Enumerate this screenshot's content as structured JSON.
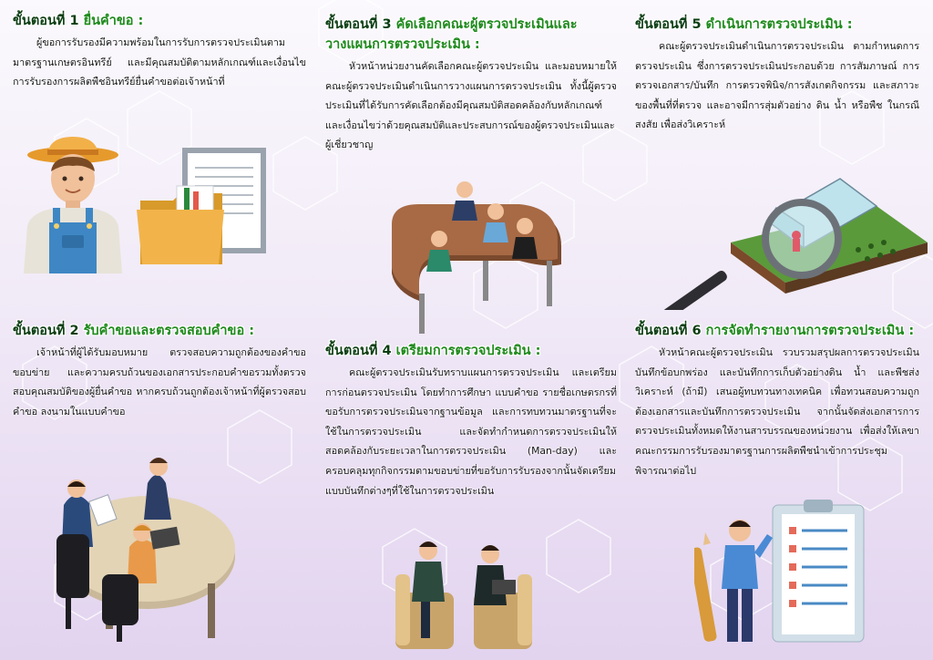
{
  "steps": [
    {
      "label": "ขั้นตอนที่ 1",
      "title": "ยื่นคำขอ :",
      "body": "ผู้ขอการรับรองมีความพร้อมในการรับการตรวจประเมินตามมาตรฐานเกษตรอินทรีย์ และมีคุณสมบัติตามหลักเกณฑ์และเงื่อนไขการรับรองการผลิตพืชอินทรีย์ยื่นคำขอต่อเจ้าหน้าที่"
    },
    {
      "label": "ขั้นตอนที่ 2",
      "title": "รับคำขอและตรวจสอบคำขอ :",
      "body": "เจ้าหน้าที่ผู้ได้รับมอบหมาย ตรวจสอบความถูกต้องของคำขอ ขอบข่าย และความครบถ้วนของเอกสารประกอบคำขอรวมทั้งตรวจสอบคุณสมบัติของผู้ยื่นคำขอ หากครบถ้วนถูกต้องเจ้าหน้าที่ผู้ตรวจสอบคำขอ ลงนามในแบบคำขอ"
    },
    {
      "label": "ขั้นตอนที่ 3",
      "title": "คัดเลือกคณะผู้ตรวจประเมินและวางแผนการตรวจประเมิน :",
      "body": "หัวหน้าหน่วยงานคัดเลือกคณะผู้ตรวจประเมิน และมอบหมายให้คณะผู้ตรวจประเมินดำเนินการวางแผนการตรวจประเมิน ทั้งนี้ผู้ตรวจประเมินที่ได้รับการคัดเลือกต้องมีคุณสมบัติสอดคล้องกับหลักเกณฑ์และเงื่อนไขว่าด้วยคุณสมบัติและประสบการณ์ของผู้ตรวจประเมินและผู้เชี่ยวชาญ"
    },
    {
      "label": "ขั้นตอนที่ 4",
      "title": "เตรียมการตรวจประเมิน :",
      "body": "คณะผู้ตรวจประเมินรับทราบแผนการตรวจประเมิน และเตรียมการก่อนตรวจประเมิน โดยทำการศึกษา แบบคำขอ รายชื่อเกษตรกรที่ขอรับการตรวจประเมินจากฐานข้อมูล และการทบทวนมาตรฐานที่จะใช้ในการตรวจประเมิน และจัดทำกำหนดการตรวจประเมินให้สอดคล้องกับระยะเวลาในการตรวจประเมิน (Man-day) และครอบคลุมทุกกิจกรรมตามขอบข่ายที่ขอรับการรับรองจากนั้นจัดเตรียมแบบบันทึกต่างๆที่ใช้ในการตรวจประเมิน"
    },
    {
      "label": "ขั้นตอนที่ 5",
      "title": "ดำเนินการตรวจประเมิน :",
      "body": "คณะผู้ตรวจประเมินดำเนินการตรวจประเมิน ตามกำหนดการตรวจประเมิน ซึ่งการตรวจประเมินประกอบด้วย การสัมภาษณ์ การตรวจเอกสาร/บันทึก การตรวจพินิจ/การสังเกตกิจกรรม และสภาวะของพื้นที่ที่ตรวจ และอาจมีการสุ่มตัวอย่าง ดิน น้ำ หรือพืช ในกรณีสงสัย เพื่อส่งวิเคราะห์"
    },
    {
      "label": "ขั้นตอนที่ 6",
      "title": "การจัดทำรายงานการตรวจประเมิน :",
      "body": "หัวหน้าคณะผู้ตรวจประเมิน รวบรวมสรุปผลการตรวจประเมินบันทึกข้อบกพร่อง และบันทึกการเก็บตัวอย่างดิน น้ำ และพืชส่งวิเคราะห์ (ถ้ามี) เสนอผู้ทบทวนทางเทคนิค เพื่อทวนสอบความถูกต้องเอกสารและบันทึกการตรวจประเมิน จากนั้นจัดส่งเอกสารการตรวจประเมินทั้งหมดให้งานสารบรรณของหน่วยงาน เพื่อส่งให้เลขาคณะกรรมการรับรองมาตรฐานการผลิตพืชนำเข้าการประชุมพิจารณาต่อไป"
    }
  ],
  "colors": {
    "step_label": "#0b3d12",
    "step_title": "#1f8a1d",
    "body_text": "#161616",
    "background_top": "#fbf9fd",
    "background_bottom": "#e2d3ef"
  },
  "icons": [
    "farmer-icon",
    "folder-documents-icon",
    "meeting-table-icon",
    "inspection-magnifier-icon",
    "interview-sofa-icon",
    "report-clipboard-icon"
  ]
}
